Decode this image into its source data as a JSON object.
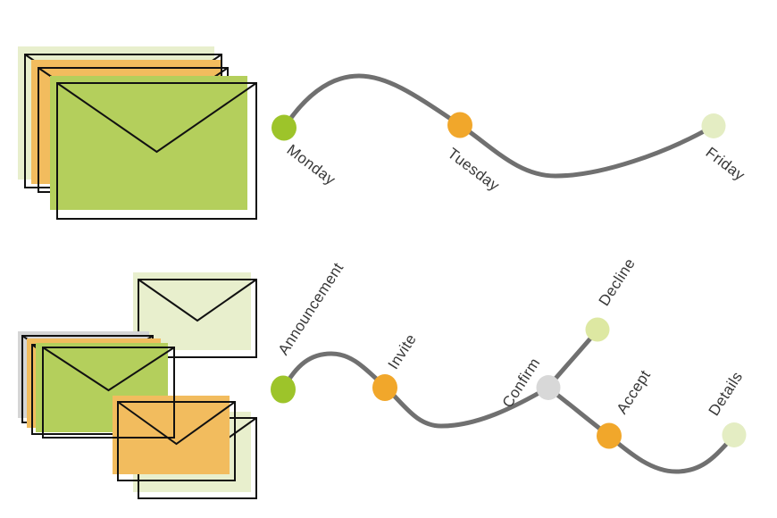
{
  "colors": {
    "line": "#707070",
    "label_text": "#383838",
    "dot_green": "#9DC42A",
    "dot_orange": "#F1A72B",
    "dot_pale": "#E4EDC3",
    "dot_pale_yellow": "#DDE8A2",
    "dot_gray": "#D8D8D8",
    "env_green": "#B4CF5C",
    "env_orange": "#F2BC5E",
    "env_pale": "#E8EFCD",
    "env_gray": "#D5D5D5"
  },
  "top_timeline": {
    "nodes": [
      {
        "label": "Monday",
        "color": "#9DC42A"
      },
      {
        "label": "Tuesday",
        "color": "#F1A72B"
      },
      {
        "label": "Friday",
        "color": "#E4EDC3"
      }
    ]
  },
  "bottom_timeline": {
    "nodes": [
      {
        "label": "Announcement",
        "color": "#9DC42A"
      },
      {
        "label": "Invite",
        "color": "#F1A72B"
      },
      {
        "label": "Confirm",
        "color": "#D8D8D8"
      },
      {
        "label": "Decline",
        "color": "#DDE8A2"
      },
      {
        "label": "Accept",
        "color": "#F1A72B"
      },
      {
        "label": "Details",
        "color": "#E4EDC3"
      }
    ]
  }
}
